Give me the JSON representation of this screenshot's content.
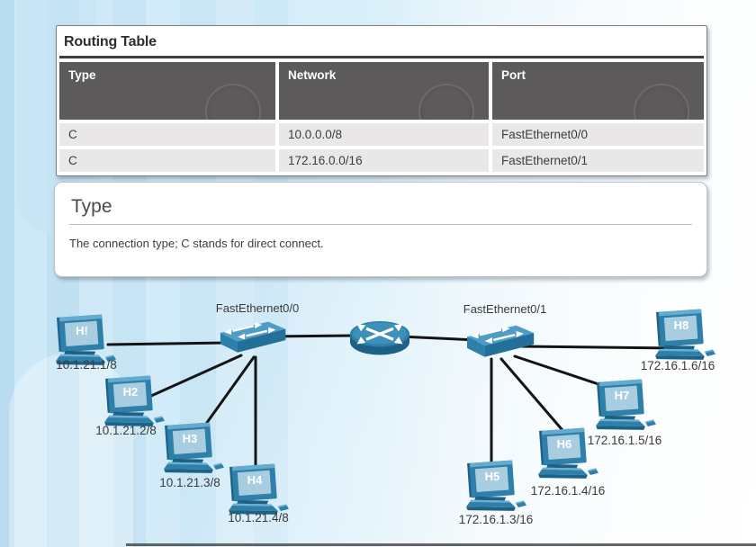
{
  "colors": {
    "device_blue": "#2e7fa9",
    "device_dark_blue": "#1d6285",
    "device_light_blue": "#4d9dc4",
    "screen_blue": "#a9cde0",
    "table_header_gray": "#5d5a5b",
    "table_row_gray": "#e9e7e7",
    "text_dark": "#3d3d3d"
  },
  "routing_table_card": {
    "title": "Routing Table",
    "columns": [
      "Type",
      "Network",
      "Port"
    ],
    "rows": [
      {
        "type": "C",
        "network": "10.0.0.0/8",
        "port": "FastEthernet0/0"
      },
      {
        "type": "C",
        "network": "172.16.0.0/16",
        "port": "FastEthernet0/1"
      }
    ]
  },
  "definition_card": {
    "title": "Type",
    "body": "The connection type; C stands for direct connect."
  },
  "topology": {
    "interfaces": [
      {
        "label": "FastEthernet0/0"
      },
      {
        "label": "FastEthernet0/1"
      }
    ],
    "hosts": [
      {
        "name": "H!",
        "ip": "10.1.21.1/8"
      },
      {
        "name": "H2",
        "ip": "10.1.21.2/8"
      },
      {
        "name": "H3",
        "ip": "10.1.21.3/8"
      },
      {
        "name": "H4",
        "ip": "10.1.21.4/8"
      },
      {
        "name": "H5",
        "ip": "172.16.1.3/16"
      },
      {
        "name": "H6",
        "ip": "172.16.1.4/16"
      },
      {
        "name": "H7",
        "ip": "172.16.1.5/16"
      },
      {
        "name": "H8",
        "ip": "172.16.1.6/16"
      }
    ]
  }
}
